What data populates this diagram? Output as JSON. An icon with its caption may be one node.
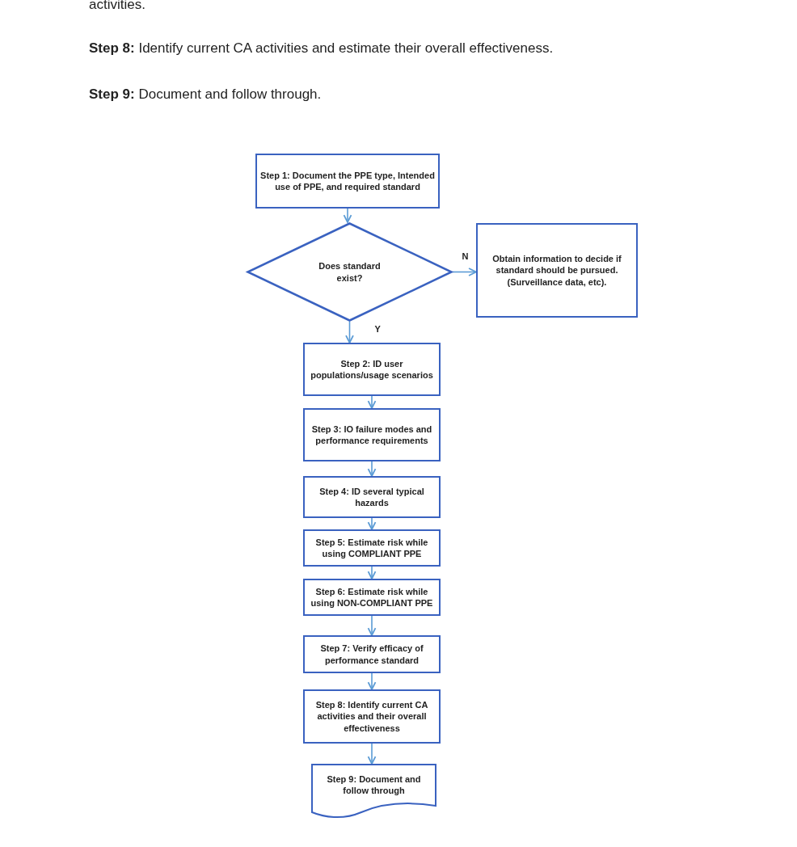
{
  "diagram": {
    "nodes": [
      {
        "text": [
          "Step 1: Document the PPE type, Intended use of PPE, and required standard"
        ]
      },
      {
        "text": [
          "Does standard exist?"
        ]
      },
      {
        "text": [
          "Obtain information to decide if standard should be pursued. (Surveillance data, etc)."
        ]
      },
      {
        "text": [
          "Step 2: ID user populations/usage scenarios"
        ]
      },
      {
        "text": [
          "Step 3: IO failure modes and performance requirements"
        ]
      },
      {
        "text": [
          "Step 4: ID several typical hazards"
        ]
      },
      {
        "text": [
          "Step 5: Estimate risk while using COMPLIANT PPE"
        ]
      },
      {
        "text": [
          "Step 6: Estimate risk while using NON-COMPLIANT PPE"
        ]
      },
      {
        "text": [
          "Step 7: Verify efficacy of performance standard"
        ]
      },
      {
        "text": [
          "Step 8: Identify current CA activities and their overall effectiveness"
        ]
      },
      {
        "text": [
          "Step 9: Document and follow through"
        ]
      }
    ],
    "edges": [
      {
        "from": 0,
        "to": 1,
        "arrow": "to"
      },
      {
        "from": 1,
        "to": 2,
        "arrow": "to",
        "label": "N"
      },
      {
        "from": 1,
        "to": 3,
        "arrow": "to",
        "label": "Y"
      },
      {
        "from": 3,
        "to": 4,
        "arrow": "to"
      },
      {
        "from": 4,
        "to": 5,
        "arrow": "to"
      },
      {
        "from": 5,
        "to": 6,
        "arrow": "to"
      },
      {
        "from": 6,
        "to": 7,
        "arrow": "to"
      },
      {
        "from": 7,
        "to": 8,
        "arrow": "to"
      },
      {
        "from": 8,
        "to": 9,
        "arrow": "to"
      },
      {
        "from": 9,
        "to": 10,
        "arrow": "to"
      }
    ],
    "labels": [
      "activities.",
      "**Step 8:** Identify current CA activities and estimate their overall effectiveness.",
      "**Step 9:** Document and follow through."
    ]
  }
}
